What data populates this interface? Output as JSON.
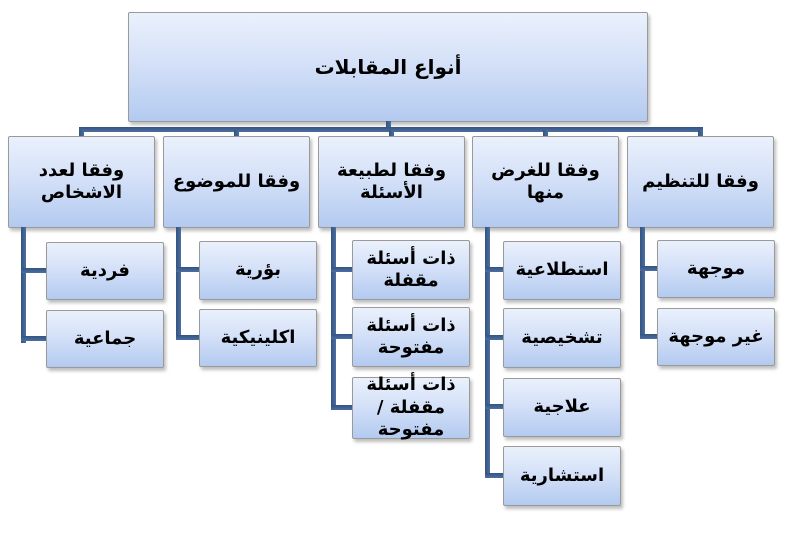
{
  "diagram": {
    "type": "org-chart",
    "direction": "rtl",
    "root": "أنواع المقابلات",
    "branches": [
      {
        "label": "وفقا للتنظيم",
        "children": [
          "موجهة",
          "غير موجهة"
        ]
      },
      {
        "label": "وفقا للغرض منها",
        "children": [
          "استطلاعية",
          "تشخيصية",
          "علاجية",
          "استشارية"
        ]
      },
      {
        "label": "وفقا لطبيعة الأسئلة",
        "children": [
          "ذات أسئلة مقفلة",
          "ذات أسئلة مفتوحة",
          "ذات أسئلة مقفلة /مفتوحة"
        ]
      },
      {
        "label": "وفقا للموضوع",
        "children": [
          "بؤرية",
          "اكلينيكية"
        ]
      },
      {
        "label": "وفقا لعدد الاشخاص",
        "children": [
          "فردية",
          "جماعية"
        ]
      }
    ],
    "colors": {
      "node_fill_top": "#eaf1fc",
      "node_fill_bottom": "#b3caf0",
      "node_border": "#9a9a9a",
      "connector": "#44679c",
      "text": "#000000",
      "background": "#ffffff"
    }
  }
}
